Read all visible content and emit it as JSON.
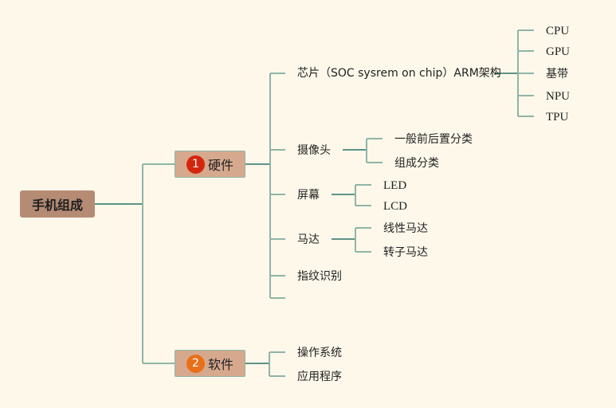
{
  "root": {
    "label": "手机组成"
  },
  "branches": [
    {
      "index": "1",
      "label": "硬件",
      "badge_color": "#d4260e",
      "children": [
        {
          "label": "芯片（SOC sysrem on chip）ARM架构",
          "children": [
            "CPU",
            "GPU",
            "基带",
            "NPU",
            "TPU"
          ]
        },
        {
          "label": "摄像头",
          "children": [
            "一般前后置分类",
            "组成分类"
          ]
        },
        {
          "label": "屏幕",
          "children": [
            "LED",
            "LCD"
          ]
        },
        {
          "label": "马达",
          "children": [
            "线性马达",
            "转子马达"
          ]
        },
        {
          "label": "指纹识别",
          "children": []
        },
        {
          "label": "",
          "children": []
        }
      ]
    },
    {
      "index": "2",
      "label": "软件",
      "badge_color": "#e8701a",
      "children": [
        {
          "label": "操作系统",
          "children": []
        },
        {
          "label": "应用程序",
          "children": []
        }
      ]
    }
  ],
  "colors": {
    "background": "#fdf8ea",
    "line": "#8fb5a6",
    "line_dark": "#5e9486",
    "root_fill": "#b58b74",
    "main_fill": "#d6a98e"
  }
}
